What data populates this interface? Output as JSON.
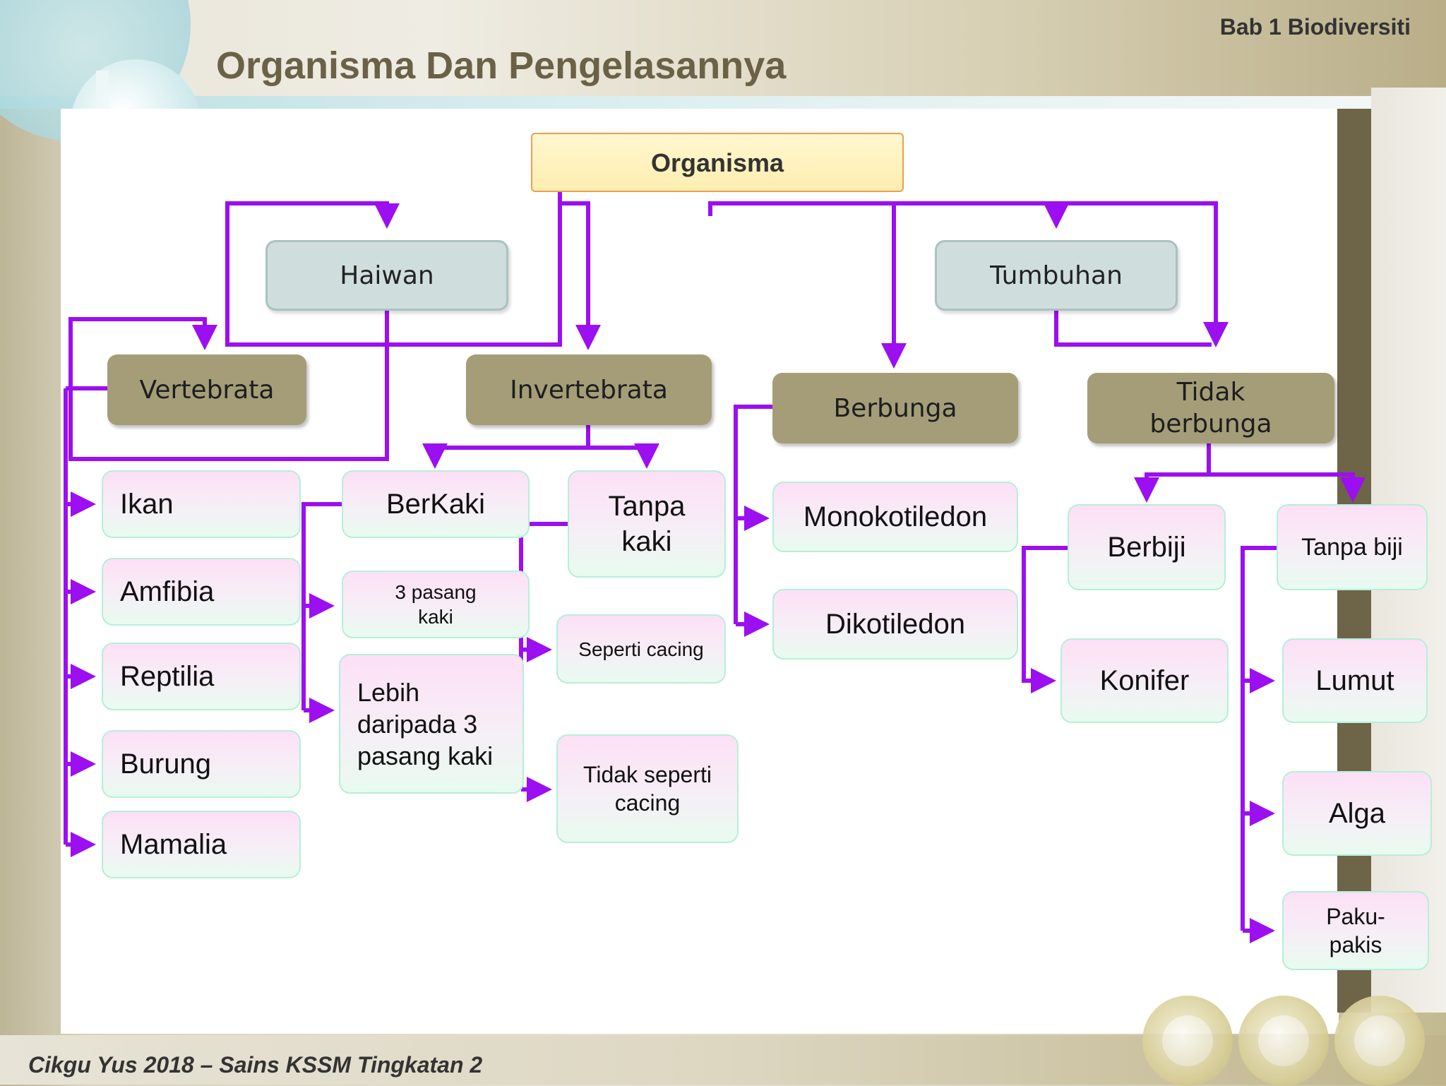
{
  "header": {
    "chapter": "Bab 1 Biodiversiti",
    "title": "Organisma Dan Pengelasannya"
  },
  "footer": {
    "credit": "Cikgu Yus 2018 – Sains KSSM Tingkatan 2"
  },
  "colors": {
    "connector": "#9b0ff0",
    "root_border": "#e8a050",
    "category": "#a49d78",
    "kingdom": "#cfdedc"
  },
  "tree": {
    "root": "Organisma",
    "haiwan": {
      "label": "Haiwan",
      "vertebrata": {
        "label": "Vertebrata",
        "items": [
          "Ikan",
          "Amfibia",
          "Reptilia",
          "Burung",
          "Mamalia"
        ]
      },
      "invertebrata": {
        "label": "Invertebrata",
        "berkaki": {
          "label": "BerKaki",
          "items": [
            "3 pasang kaki",
            "Lebih daripada 3 pasang kaki"
          ]
        },
        "tanpa_kaki": {
          "label": "Tanpa kaki",
          "items": [
            "Seperti cacing",
            "Tidak seperti cacing"
          ]
        }
      }
    },
    "tumbuhan": {
      "label": "Tumbuhan",
      "berbunga": {
        "label": "Berbunga",
        "items": [
          "Monokotiledon",
          "Dikotiledon"
        ]
      },
      "tidak_berbunga": {
        "label": "Tidak berbunga",
        "berbiji": {
          "label": "Berbiji",
          "items": [
            "Konifer"
          ]
        },
        "tanpa_biji": {
          "label": "Tanpa biji",
          "items": [
            "Lumut",
            "Alga",
            "Paku-pakis"
          ]
        }
      }
    }
  }
}
